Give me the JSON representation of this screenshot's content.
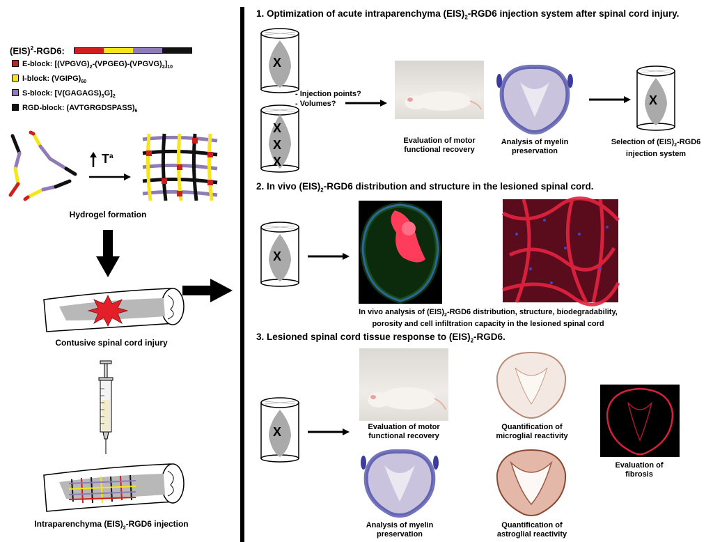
{
  "left": {
    "peptide_name": "(EIS)",
    "peptide_sup": "2",
    "peptide_suffix": "-RGD6:",
    "blocks": [
      {
        "pre": "E-block: [(VPGVG)",
        "sub1": "2",
        "mid1": "-(VPGEG)-(VPGVG)",
        "sub2": "2",
        "post": "]",
        "sub3": "10",
        "color": "#cc1f1f"
      },
      {
        "pre": "I-block: (VGIPG)",
        "sub1": "60",
        "color": "#f5e51c"
      },
      {
        "pre": "S-block: [V(GAGAGS)",
        "sub1": "5",
        "mid1": "G]",
        "sub2": "2",
        "color": "#8f7bb5"
      },
      {
        "pre": "RGD-block: (AVTGRGDSPASS)",
        "sub1": "6",
        "color": "#111111"
      }
    ],
    "temp_label": "T",
    "temp_sup": "a",
    "hydrogel_label": "Hydrogel formation",
    "injury_label": "Contusive spinal cord injury",
    "injection_label": "Intraparenchyma (EIS)",
    "injection_sub": "2",
    "injection_suffix": "-RGD6 injection"
  },
  "section1": {
    "title": "1. Optimization of acute intraparenchyma (EIS)",
    "title_sub": "2",
    "title_suffix": "-RGD6 injection system after spinal cord injury.",
    "question1": "- Injection points?",
    "question2": "- Volumes?",
    "x_mark": "X",
    "cap_motor": "Evaluation of motor functional recovery",
    "cap_myelin": "Analysis of myelin preservation",
    "cap_selection_pre": "Selection of (EIS)",
    "cap_selection_sub": "2",
    "cap_selection_post": "-RGD6 injection system"
  },
  "section2": {
    "title": "2. In vivo (EIS)",
    "title_sub": "2",
    "title_suffix": "-RGD6 distribution and structure in the lesioned spinal cord.",
    "cap_line1_pre": "In vivo analysis of (EIS)",
    "cap_line1_sub": "2",
    "cap_line1_post": "-RGD6 distribution, structure, biodegradability,",
    "cap_line2": "porosity and cell infiltration capacity in the lesioned spinal cord"
  },
  "section3": {
    "title": "3. Lesioned spinal cord tissue response to (EIS)",
    "title_sub": "2",
    "title_suffix": "-RGD6.",
    "cap_motor": "Evaluation of motor functional recovery",
    "cap_microglia": "Quantification of microglial reactivity",
    "cap_myelin": "Analysis of myelin preservation",
    "cap_astroglia": "Quantification of astroglial reactivity",
    "cap_fibrosis": "Evaluation of fibrosis"
  },
  "colors": {
    "e_block": "#cc1f1f",
    "i_block": "#f5e51c",
    "s_block": "#8f7bb5",
    "rgd_block": "#111111"
  }
}
